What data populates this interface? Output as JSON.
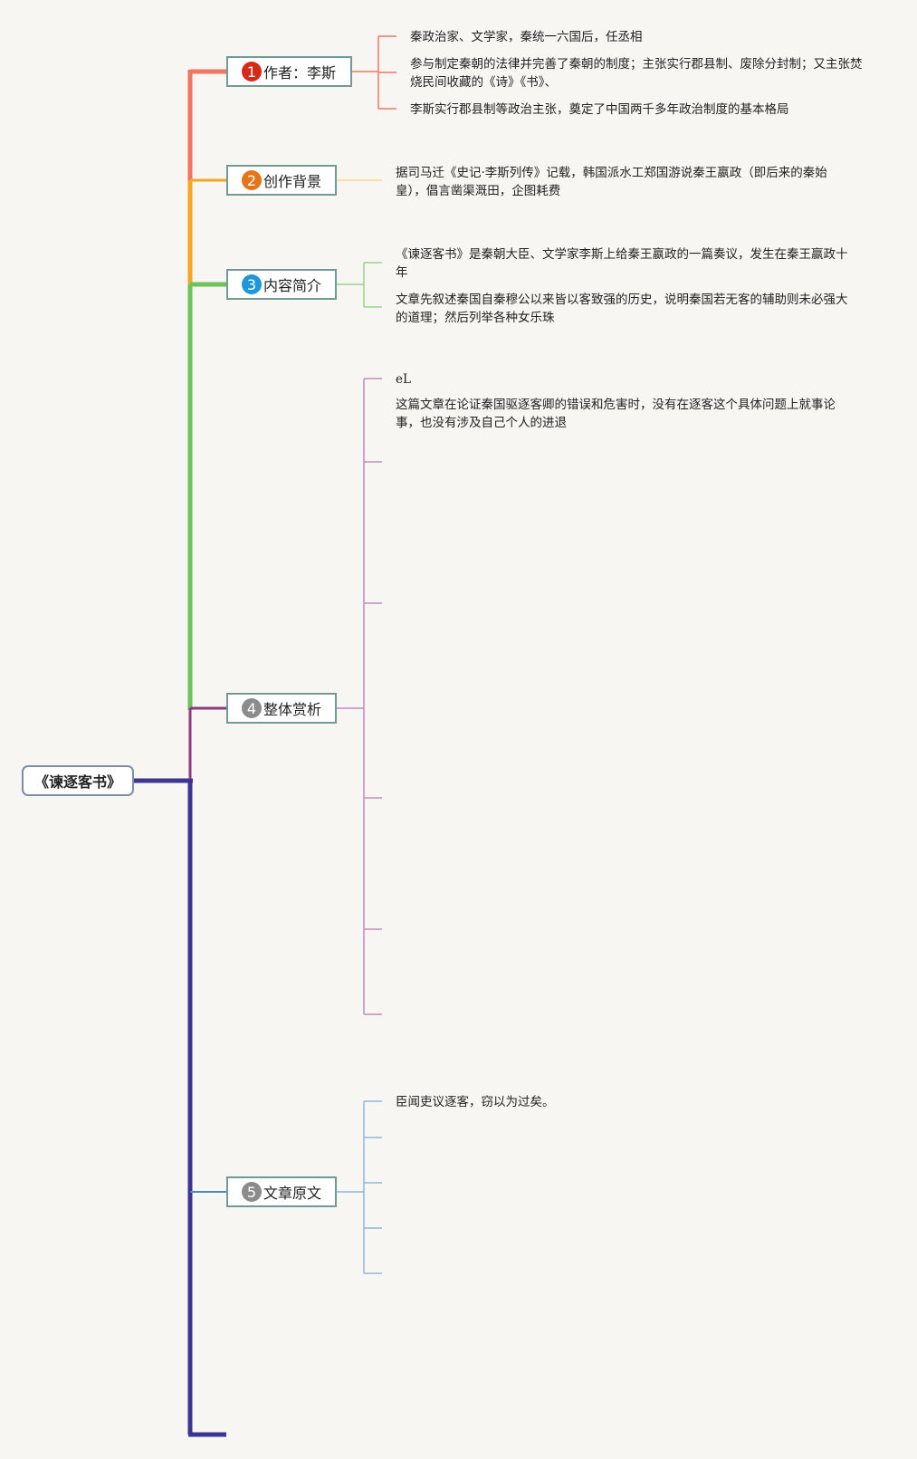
{
  "root": {
    "label": "《谏逐客书》"
  },
  "branches": [
    {
      "number": "1",
      "label": "作者：李斯",
      "badge_color": "#d42a1a",
      "line_color": "#f27563",
      "leaves": [
        "秦政治家、文学家，秦统一六国后，任丞相",
        "参与制定秦朝的法律并完善了秦朝的制度；主张实行郡县制、废除分封制；又主张焚烧民间收藏的《诗》《书》、",
        "李斯实行郡县制等政治主张，奠定了中国两千多年政治制度的基本格局"
      ]
    },
    {
      "number": "2",
      "label": "创作背景",
      "badge_color": "#e8741a",
      "line_color": "#f5a623",
      "leaves": [
        "据司马迁《史记·李斯列传》记载，韩国派水工郑国游说秦王嬴政（即后来的秦始皇），倡言凿渠溉田，企图耗费"
      ]
    },
    {
      "number": "3",
      "label": "内容简介",
      "badge_color": "#1e96d8",
      "line_color": "#6ec25a",
      "leaves": [
        "《谏逐客书》是秦朝大臣、文学家李斯上给秦王嬴政的一篇奏议，发生在秦王嬴政十年",
        "文章先叙述秦国自秦穆公以来皆以客致强的历史，说明秦国若无客的辅助则未必强大的道理；然后列举各种女乐珠"
      ]
    },
    {
      "number": "4",
      "label": "整体赏析",
      "badge_color": "#8c8c8c",
      "line_color": "#8e3a82",
      "leaves": [
        "eL",
        "这篇文章在论证秦国驱逐客卿的错误和危害时，没有在逐客这个具体问题上就事论事，也没有涉及自己个人的进退"
      ]
    },
    {
      "number": "5",
      "label": "文章原文",
      "badge_color": "#8c8c8c",
      "line_color": "#4f86b8",
      "leaves": [
        "臣闻吏议逐客，窃以为过矣。"
      ]
    }
  ]
}
